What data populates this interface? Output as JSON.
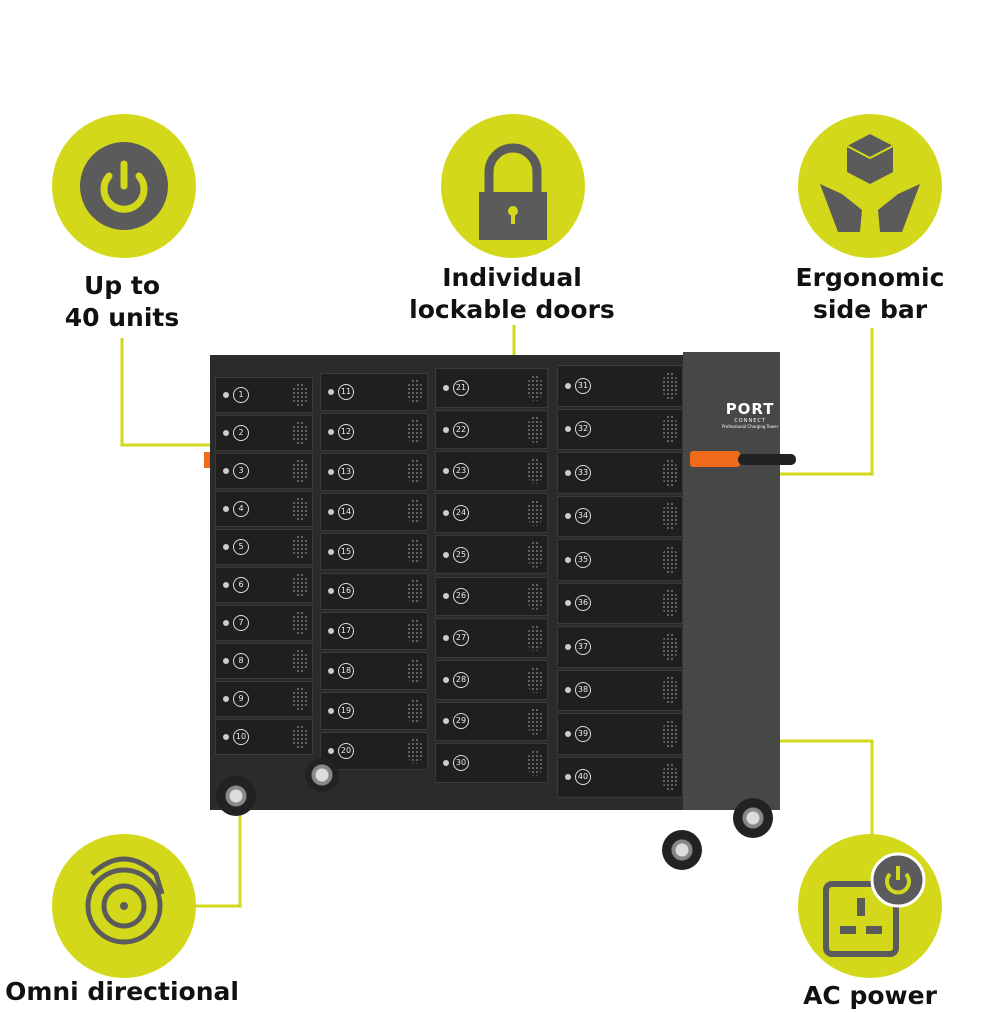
{
  "features": [
    {
      "label_lines": [
        "Up to",
        "40 units"
      ],
      "icon": "power-icon"
    },
    {
      "label_lines": [
        "Individual",
        "lockable doors"
      ],
      "icon": "padlock-icon"
    },
    {
      "label_lines": [
        "Ergonomic",
        "side bar"
      ],
      "icon": "hands-box-icon"
    },
    {
      "label_lines": [
        "Omni directional"
      ],
      "icon": "brake-disc-icon"
    },
    {
      "label_lines": [
        "AC power"
      ],
      "icon": "power-socket-icon"
    }
  ],
  "product": {
    "brand": "PORT",
    "brand_sub": "CONNECT",
    "tagline": "Professional Charging Tower"
  },
  "door_columns": [
    [
      1,
      2,
      3,
      4,
      5,
      6,
      7,
      8,
      9,
      10
    ],
    [
      11,
      12,
      13,
      14,
      15,
      16,
      17,
      18,
      19,
      20
    ],
    [
      21,
      22,
      23,
      24,
      25,
      26,
      27,
      28,
      29,
      30
    ],
    [
      31,
      32,
      33,
      34,
      35,
      36,
      37,
      38,
      39,
      40
    ]
  ],
  "colors": {
    "accent": "#d3d91a",
    "icon": "#5b5b5b",
    "handle": "#f06a1c"
  }
}
